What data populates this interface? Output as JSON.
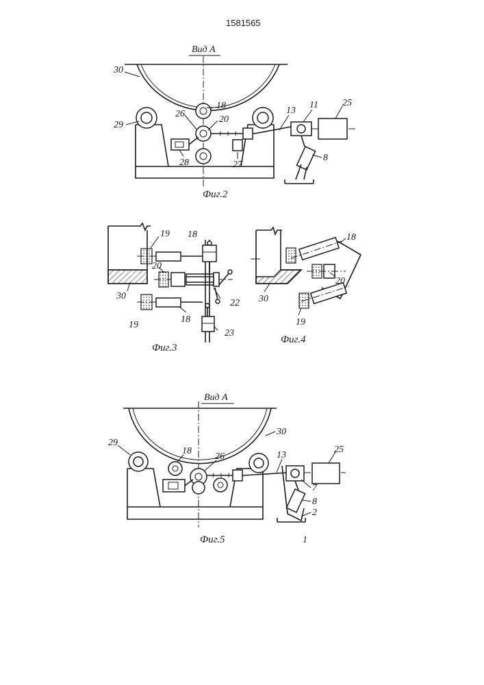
{
  "document": {
    "patent_number": "1581565"
  },
  "fig2": {
    "view_label": "Вид А",
    "caption": "Фиг.2",
    "labels": [
      "30",
      "29",
      "18",
      "26",
      "20",
      "28",
      "27",
      "13",
      "11",
      "25",
      "8"
    ]
  },
  "fig3": {
    "caption": "Фиг.3",
    "labels": [
      "19",
      "18",
      "20",
      "30",
      "22",
      "19",
      "18",
      "23"
    ]
  },
  "fig4": {
    "caption": "Фиг.4",
    "labels": [
      "18",
      "20",
      "30",
      "19"
    ]
  },
  "fig5": {
    "view_label": "Вид А",
    "caption": "Фиг.5",
    "labels": [
      "29",
      "18",
      "26",
      "30",
      "13",
      "25",
      "7",
      "8",
      "2",
      "1"
    ]
  }
}
